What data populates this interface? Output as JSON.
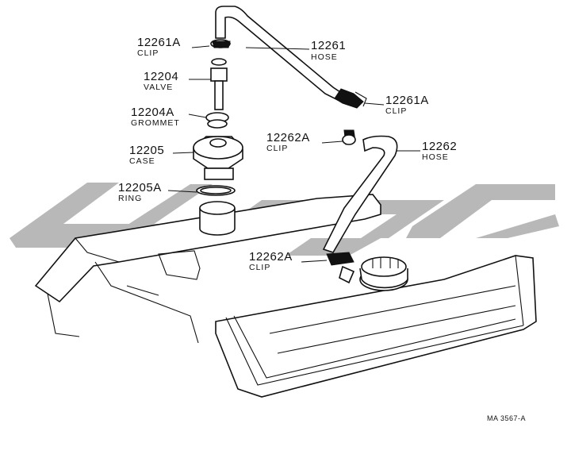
{
  "diagram": {
    "callouts": [
      {
        "id": "hose-12261",
        "number": "12261",
        "name": "HOSE"
      },
      {
        "id": "clip-12261a-top",
        "number": "12261A",
        "name": "CLIP"
      },
      {
        "id": "clip-12261a-right",
        "number": "12261A",
        "name": "CLIP"
      },
      {
        "id": "valve-12204",
        "number": "12204",
        "name": "VALVE"
      },
      {
        "id": "grommet-12204a",
        "number": "12204A",
        "name": "GROMMET"
      },
      {
        "id": "case-12205",
        "number": "12205",
        "name": "CASE"
      },
      {
        "id": "ring-12205a",
        "number": "12205A",
        "name": "RING"
      },
      {
        "id": "clip-12262a-top",
        "number": "12262A",
        "name": "CLIP"
      },
      {
        "id": "hose-12262",
        "number": "12262",
        "name": "HOSE"
      },
      {
        "id": "clip-12262a-bottom",
        "number": "12262A",
        "name": "CLIP"
      }
    ],
    "drawing_code": "MA 3567-A",
    "watermark_color": "#b8b8b8",
    "line_color": "#111111"
  }
}
